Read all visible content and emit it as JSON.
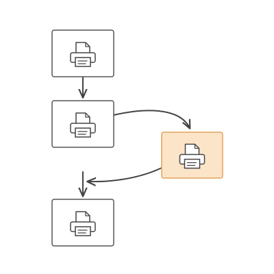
{
  "diagram": {
    "nodes": [
      {
        "id": "printer-1",
        "icon": "printer-icon",
        "highlighted": false
      },
      {
        "id": "printer-2",
        "icon": "printer-icon",
        "highlighted": false
      },
      {
        "id": "printer-3",
        "icon": "printer-icon",
        "highlighted": true
      },
      {
        "id": "printer-4",
        "icon": "printer-icon",
        "highlighted": false
      }
    ],
    "edges": [
      {
        "from": "printer-1",
        "to": "printer-2"
      },
      {
        "from": "printer-2",
        "to": "printer-3"
      },
      {
        "from": "printer-3",
        "to": "printer-4"
      }
    ]
  },
  "colors": {
    "node_border": "#555555",
    "node_fill": "#ffffff",
    "highlight_border": "#e0a35a",
    "highlight_fill": "#fbe4c8",
    "edge": "#444444",
    "icon_stroke": "#444444"
  }
}
